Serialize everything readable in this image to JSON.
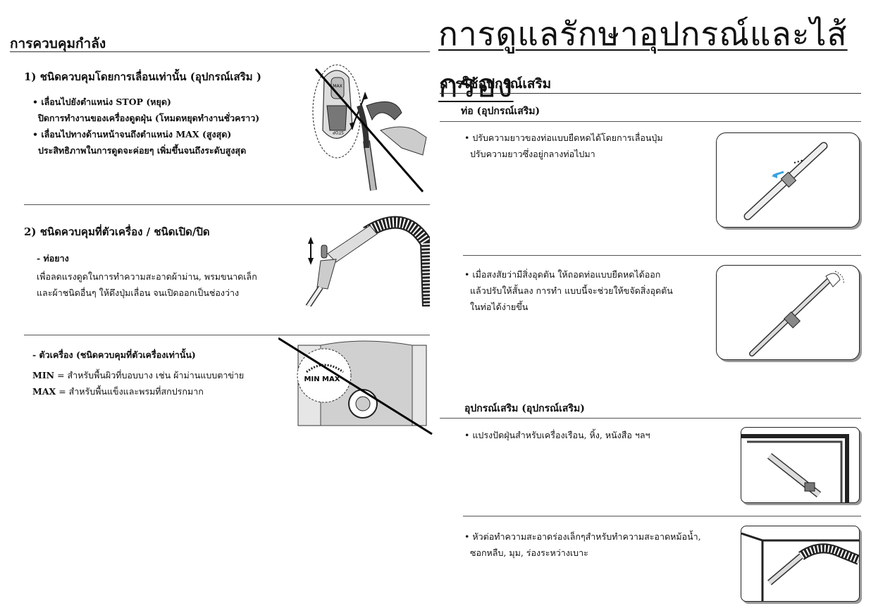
{
  "left": {
    "section_title": "การควบคุมกำลัง",
    "block1": {
      "heading": "1) ชนิดควบคุมโดยการเลื่อนเท่านั้น (อุปกรณ์เสริม )",
      "lines": [
        "• เลื่อนไปยังตำแหน่ง STOP (หยุด)",
        "ปิดการทำงานของเครื่องดูดฝุ่น (โหมดหยุดทำงานชั่วคราว)",
        "• เลื่อนไปทางด้านหน้าจนถึงตำแหน่ง MAX (สูงสุด)",
        "ประสิทธิภาพในการดูดจะค่อยๆ เพิ่มขึ้นจนถึงระดับสูงสุด"
      ]
    },
    "block2": {
      "heading": "2) ชนิดควบคุมที่ตัวเครื่อง / ชนิดเปิด/ปิด",
      "sub": "- ท่อยาง",
      "lines": [
        "เพื่อลดแรงดูดในการทำความสะอาดผ้าม่าน, พรมขนาดเล็ก",
        "และผ้าชนิดอื่นๆ ให้ดึงปุ่มเลื่อน จนเปิดออกเป็นช่องว่าง"
      ]
    },
    "block3": {
      "sub": "- ตัวเครื่อง (ชนิดควบคุมที่ตัวเครื่องเท่านั้น)",
      "min_label": "MIN",
      "min_text": " = สำหรับพื้นผิวที่บอบบาง เช่น ผ้าม่านแบบตาข่าย",
      "max_label": "MAX",
      "max_text": " = สำหรับพื้นแข็งและพรมที่สกปรกมาก",
      "dial_label": "MIN MAX"
    },
    "slider_labels": [
      "MAX",
      "STOP"
    ]
  },
  "right": {
    "big_title": "การดูแลรักษาอุปกรณ์และไส้กรอง",
    "section_title": "การใช้อุปกรณ์เสริม",
    "pipe": {
      "heading": "ท่อ (อุปกรณ์เสริม)",
      "item1": [
        "• ปรับความยาวของท่อแบบยืดหดได้โดยการเลื่อนปุ่ม",
        "ปรับความยาวซึ่งอยู่กลางท่อไปมา"
      ],
      "item2": [
        "• เมื่อสงสัยว่ามีสิ่งอุดตัน ให้ถอดท่อแบบยืดหดได้ออก",
        "แล้วปรับให้สั้นลง การทำ แบบนี้จะช่วยให้ขจัดสิ่งอุดตัน",
        "ในท่อได้ง่ายขึ้น"
      ]
    },
    "accessory": {
      "heading": "อุปกรณ์เสริม (อุปกรณ์เสริม)",
      "item1": [
        "• แปรงปัดฝุ่นสำหรับเครื่องเรือน, หิ้ง, หนังสือ ฯลฯ"
      ],
      "item2": [
        "• หัวต่อทำความสะอาดร่องเล็กๆสำหรับทำความสะอาดหม้อน้ำ,",
        "ซอกหลืบ, มุม, ร่องระหว่างเบาะ"
      ]
    }
  }
}
